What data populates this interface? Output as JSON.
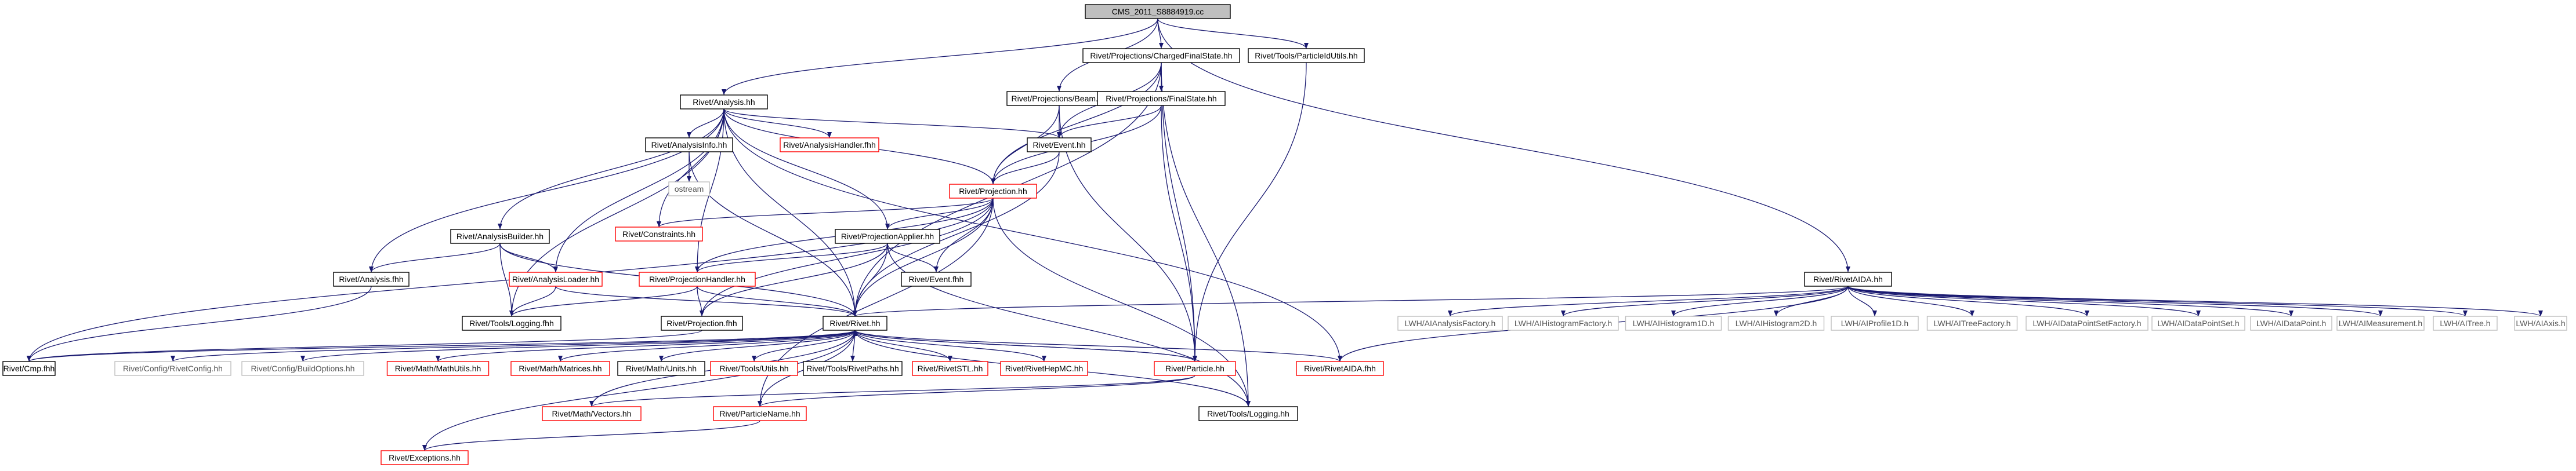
{
  "colors": {
    "edge": "#191970",
    "black_border": "#000000",
    "red_border": "#ff0000",
    "gray_border": "#bfbfbf",
    "root_fill": "#bfbfbf",
    "text_black": "#000000",
    "text_gray": "#555555"
  },
  "nodes": [
    {
      "id": "root",
      "label": "CMS_2011_S8884919.cc",
      "style": "root"
    },
    {
      "id": "analysis_hh",
      "label": "Rivet/Analysis.hh",
      "style": "black"
    },
    {
      "id": "beam_hh",
      "label": "Rivet/Projections/Beam.hh",
      "style": "black"
    },
    {
      "id": "cfs_hh",
      "label": "Rivet/Projections/ChargedFinalState.hh",
      "style": "black"
    },
    {
      "id": "pidutils_hh",
      "label": "Rivet/Tools/ParticleIdUtils.hh",
      "style": "black"
    },
    {
      "id": "fs_hh",
      "label": "Rivet/Projections/FinalState.hh",
      "style": "black"
    },
    {
      "id": "anainfo_hh",
      "label": "Rivet/AnalysisInfo.hh",
      "style": "black"
    },
    {
      "id": "anahandler_hh",
      "label": "Rivet/AnalysisHandler.fhh",
      "style": "red"
    },
    {
      "id": "event_hh",
      "label": "Rivet/Event.hh",
      "style": "black"
    },
    {
      "id": "ostream",
      "label": "ostream",
      "style": "gray"
    },
    {
      "id": "projection_hh",
      "label": "Rivet/Projection.hh",
      "style": "red"
    },
    {
      "id": "anabuilder_hh",
      "label": "Rivet/AnalysisBuilder.hh",
      "style": "black"
    },
    {
      "id": "constraints_hh",
      "label": "Rivet/Constraints.hh",
      "style": "red"
    },
    {
      "id": "projapplier_hh",
      "label": "Rivet/ProjectionApplier.hh",
      "style": "black"
    },
    {
      "id": "analysis_fhh",
      "label": "Rivet/Analysis.fhh",
      "style": "black"
    },
    {
      "id": "analoader_hh",
      "label": "Rivet/AnalysisLoader.hh",
      "style": "red"
    },
    {
      "id": "projhandler_hh",
      "label": "Rivet/ProjectionHandler.hh",
      "style": "red"
    },
    {
      "id": "event_fhh",
      "label": "Rivet/Event.fhh",
      "style": "black"
    },
    {
      "id": "toolslog_fhh",
      "label": "Rivet/Tools/Logging.fhh",
      "style": "black"
    },
    {
      "id": "projection_fhh",
      "label": "Rivet/Projection.fhh",
      "style": "black"
    },
    {
      "id": "rivet_hh",
      "label": "Rivet/Rivet.hh",
      "style": "black"
    },
    {
      "id": "cmp_fhh",
      "label": "Rivet/Cmp.fhh",
      "style": "black"
    },
    {
      "id": "rivetconfig_hh",
      "label": "Rivet/Config/RivetConfig.hh",
      "style": "gray"
    },
    {
      "id": "buildopts_hh",
      "label": "Rivet/Config/BuildOptions.hh",
      "style": "gray"
    },
    {
      "id": "mathutils_hh",
      "label": "Rivet/Math/MathUtils.hh",
      "style": "red"
    },
    {
      "id": "matrices_hh",
      "label": "Rivet/Math/Matrices.hh",
      "style": "red"
    },
    {
      "id": "units_hh",
      "label": "Rivet/Math/Units.hh",
      "style": "black"
    },
    {
      "id": "utils_hh",
      "label": "Rivet/Tools/Utils.hh",
      "style": "red"
    },
    {
      "id": "paths_hh",
      "label": "Rivet/Tools/RivetPaths.hh",
      "style": "black"
    },
    {
      "id": "stl_hh",
      "label": "Rivet/RivetSTL.hh",
      "style": "red"
    },
    {
      "id": "hepmc_hh",
      "label": "Rivet/RivetHepMC.hh",
      "style": "red"
    },
    {
      "id": "particle_hh",
      "label": "Rivet/Particle.hh",
      "style": "red"
    },
    {
      "id": "rivetaida_fhh",
      "label": "Rivet/RivetAIDA.fhh",
      "style": "red"
    },
    {
      "id": "vectors_hh",
      "label": "Rivet/Math/Vectors.hh",
      "style": "red"
    },
    {
      "id": "particlename_hh",
      "label": "Rivet/ParticleName.hh",
      "style": "red"
    },
    {
      "id": "toolslog_hh",
      "label": "Rivet/Tools/Logging.hh",
      "style": "black"
    },
    {
      "id": "exceptions_hh",
      "label": "Rivet/Exceptions.hh",
      "style": "red"
    },
    {
      "id": "rivetaida_hh",
      "label": "Rivet/RivetAIDA.hh",
      "style": "black"
    },
    {
      "id": "lw_afactory",
      "label": "LWH/AIAnalysisFactory.h",
      "style": "gray"
    },
    {
      "id": "lw_hfactory",
      "label": "LWH/AIHistogramFactory.h",
      "style": "gray"
    },
    {
      "id": "lw_h1d",
      "label": "LWH/AIHistogram1D.h",
      "style": "gray"
    },
    {
      "id": "lw_h2d",
      "label": "LWH/AIHistogram2D.h",
      "style": "gray"
    },
    {
      "id": "lw_p1d",
      "label": "LWH/AIProfile1D.h",
      "style": "gray"
    },
    {
      "id": "lw_tfactory",
      "label": "LWH/AITreeFactory.h",
      "style": "gray"
    },
    {
      "id": "lw_dpsfactory",
      "label": "LWH/AIDataPointSetFactory.h",
      "style": "gray"
    },
    {
      "id": "lw_dps",
      "label": "LWH/AIDataPointSet.h",
      "style": "gray"
    },
    {
      "id": "lw_dp",
      "label": "LWH/AIDataPoint.h",
      "style": "gray"
    },
    {
      "id": "lw_meas",
      "label": "LWH/AIMeasurement.h",
      "style": "gray"
    },
    {
      "id": "lw_tree",
      "label": "LWH/AITree.h",
      "style": "gray"
    },
    {
      "id": "lw_axis",
      "label": "LWH/AIAxis.h",
      "style": "gray"
    }
  ],
  "edges": [
    [
      "root",
      "analysis_hh"
    ],
    [
      "root",
      "beam_hh"
    ],
    [
      "root",
      "cfs_hh"
    ],
    [
      "root",
      "pidutils_hh"
    ],
    [
      "root",
      "rivetaida_hh"
    ],
    [
      "cfs_hh",
      "fs_hh"
    ],
    [
      "cfs_hh",
      "event_hh"
    ],
    [
      "cfs_hh",
      "projection_hh"
    ],
    [
      "cfs_hh",
      "rivet_hh"
    ],
    [
      "cfs_hh",
      "particle_hh"
    ],
    [
      "cfs_hh",
      "toolslog_hh"
    ],
    [
      "pidutils_hh",
      "particle_hh"
    ],
    [
      "beam_hh",
      "event_hh"
    ],
    [
      "beam_hh",
      "projection_hh"
    ],
    [
      "beam_hh",
      "particle_hh"
    ],
    [
      "fs_hh",
      "event_hh"
    ],
    [
      "fs_hh",
      "projection_hh"
    ],
    [
      "fs_hh",
      "particle_hh"
    ],
    [
      "analysis_hh",
      "anainfo_hh"
    ],
    [
      "analysis_hh",
      "anahandler_hh"
    ],
    [
      "analysis_hh",
      "event_hh"
    ],
    [
      "analysis_hh",
      "projection_hh"
    ],
    [
      "analysis_hh",
      "anabuilder_hh"
    ],
    [
      "analysis_hh",
      "constraints_hh"
    ],
    [
      "analysis_hh",
      "projapplier_hh"
    ],
    [
      "analysis_hh",
      "analysis_fhh"
    ],
    [
      "analysis_hh",
      "analoader_hh"
    ],
    [
      "analysis_hh",
      "projhandler_hh"
    ],
    [
      "analysis_hh",
      "toolslog_fhh"
    ],
    [
      "analysis_hh",
      "rivet_hh"
    ],
    [
      "analysis_hh",
      "rivetaida_fhh"
    ],
    [
      "anainfo_hh",
      "ostream"
    ],
    [
      "anainfo_hh",
      "rivet_hh"
    ],
    [
      "event_hh",
      "projection_hh"
    ],
    [
      "event_hh",
      "rivet_hh"
    ],
    [
      "projection_hh",
      "constraints_hh"
    ],
    [
      "projection_hh",
      "projapplier_hh"
    ],
    [
      "projection_hh",
      "projhandler_hh"
    ],
    [
      "projection_hh",
      "event_fhh"
    ],
    [
      "projection_hh",
      "projection_fhh"
    ],
    [
      "projection_hh",
      "rivet_hh"
    ],
    [
      "projection_hh",
      "cmp_fhh"
    ],
    [
      "projection_hh",
      "particlename_hh"
    ],
    [
      "projection_hh",
      "toolslog_hh"
    ],
    [
      "anabuilder_hh",
      "analysis_fhh"
    ],
    [
      "anabuilder_hh",
      "analoader_hh"
    ],
    [
      "anabuilder_hh",
      "toolslog_fhh"
    ],
    [
      "anabuilder_hh",
      "rivet_hh"
    ],
    [
      "projapplier_hh",
      "projhandler_hh"
    ],
    [
      "projapplier_hh",
      "event_fhh"
    ],
    [
      "projapplier_hh",
      "projection_fhh"
    ],
    [
      "projapplier_hh",
      "rivet_hh"
    ],
    [
      "projapplier_hh",
      "toolslog_hh"
    ],
    [
      "analoader_hh",
      "toolslog_fhh"
    ],
    [
      "analoader_hh",
      "rivet_hh"
    ],
    [
      "projhandler_hh",
      "toolslog_fhh"
    ],
    [
      "projhandler_hh",
      "projection_fhh"
    ],
    [
      "projhandler_hh",
      "rivet_hh"
    ],
    [
      "analysis_fhh",
      "cmp_fhh"
    ],
    [
      "projection_fhh",
      "cmp_fhh"
    ],
    [
      "rivet_hh",
      "cmp_fhh"
    ],
    [
      "rivet_hh",
      "rivetconfig_hh"
    ],
    [
      "rivet_hh",
      "buildopts_hh"
    ],
    [
      "rivet_hh",
      "mathutils_hh"
    ],
    [
      "rivet_hh",
      "matrices_hh"
    ],
    [
      "rivet_hh",
      "units_hh"
    ],
    [
      "rivet_hh",
      "utils_hh"
    ],
    [
      "rivet_hh",
      "paths_hh"
    ],
    [
      "rivet_hh",
      "stl_hh"
    ],
    [
      "rivet_hh",
      "hepmc_hh"
    ],
    [
      "rivet_hh",
      "particle_hh"
    ],
    [
      "rivet_hh",
      "rivetaida_fhh"
    ],
    [
      "rivet_hh",
      "vectors_hh"
    ],
    [
      "rivet_hh",
      "particlename_hh"
    ],
    [
      "rivet_hh",
      "toolslog_hh"
    ],
    [
      "rivet_hh",
      "exceptions_hh"
    ],
    [
      "particle_hh",
      "rivet_hh"
    ],
    [
      "particle_hh",
      "vectors_hh"
    ],
    [
      "particle_hh",
      "particlename_hh"
    ],
    [
      "particlename_hh",
      "exceptions_hh"
    ],
    [
      "rivetaida_hh",
      "rivet_hh"
    ],
    [
      "rivetaida_hh",
      "rivetaida_fhh"
    ],
    [
      "rivetaida_hh",
      "lw_afactory"
    ],
    [
      "rivetaida_hh",
      "lw_hfactory"
    ],
    [
      "rivetaida_hh",
      "lw_h1d"
    ],
    [
      "rivetaida_hh",
      "lw_h2d"
    ],
    [
      "rivetaida_hh",
      "lw_p1d"
    ],
    [
      "rivetaida_hh",
      "lw_tfactory"
    ],
    [
      "rivetaida_hh",
      "lw_dpsfactory"
    ],
    [
      "rivetaida_hh",
      "lw_dps"
    ],
    [
      "rivetaida_hh",
      "lw_dp"
    ],
    [
      "rivetaida_hh",
      "lw_meas"
    ],
    [
      "rivetaida_hh",
      "lw_tree"
    ],
    [
      "rivetaida_hh",
      "lw_axis"
    ]
  ]
}
